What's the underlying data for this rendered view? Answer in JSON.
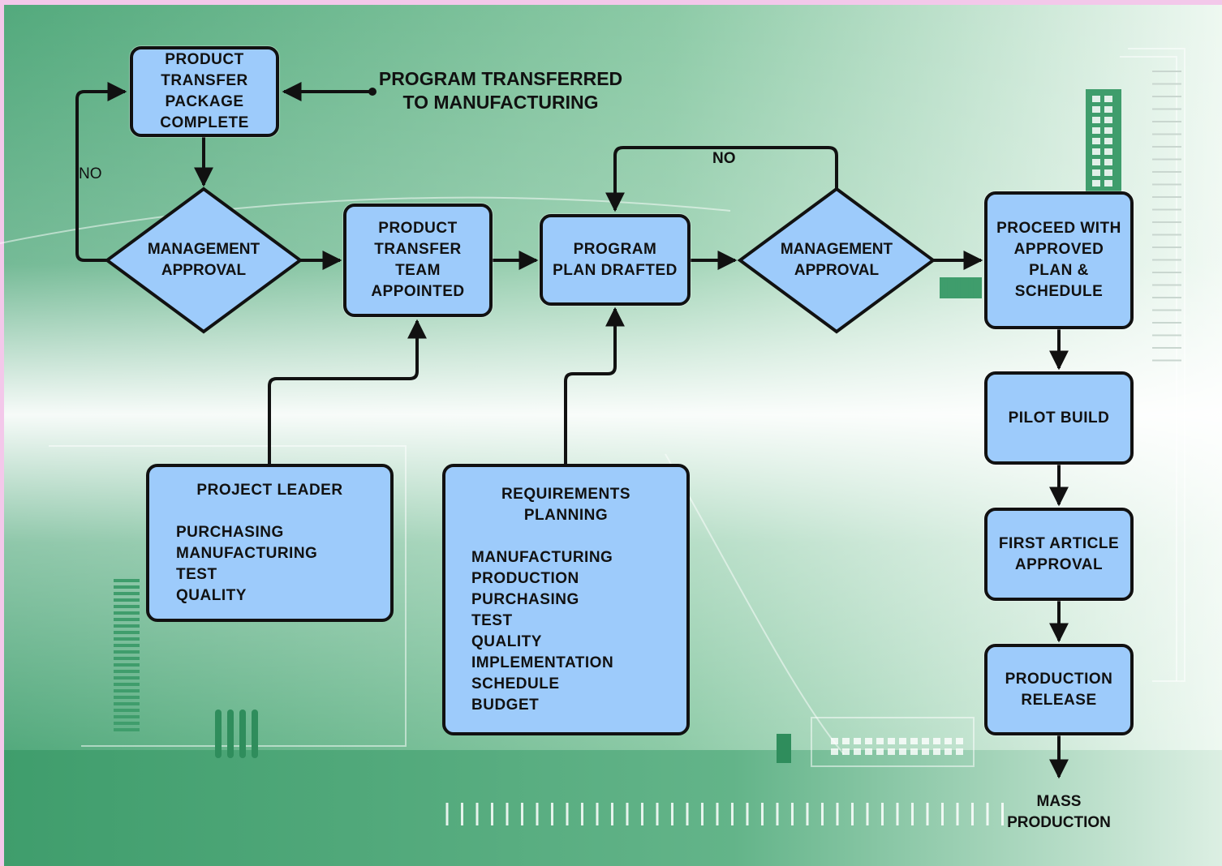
{
  "colors": {
    "box_fill": "#9dcbfb",
    "stroke": "#111111",
    "bg_green": "#4fa878",
    "bg_light": "#f2faf5"
  },
  "nodes": {
    "transfer_package": [
      "PRODUCT",
      "TRANSFER",
      "PACKAGE",
      "COMPLETE"
    ],
    "mgmt_approval_1": [
      "MANAGEMENT",
      "APPROVAL"
    ],
    "transfer_team": [
      "PRODUCT",
      "TRANSFER",
      "TEAM",
      "APPOINTED"
    ],
    "program_plan": [
      "PROGRAM",
      "PLAN DRAFTED"
    ],
    "mgmt_approval_2": [
      "MANAGEMENT",
      "APPROVAL"
    ],
    "proceed": [
      "PROCEED WITH",
      "APPROVED",
      "PLAN &",
      "SCHEDULE"
    ],
    "pilot_build": [
      "PILOT BUILD"
    ],
    "first_article": [
      "FIRST ARTICLE",
      "APPROVAL"
    ],
    "production_release": [
      "PRODUCTION",
      "RELEASE"
    ]
  },
  "project_leader": {
    "title": "PROJECT LEADER",
    "items": [
      "PURCHASING",
      "MANUFACTURING",
      "TEST",
      "QUALITY"
    ]
  },
  "requirements": {
    "title": [
      "REQUIREMENTS",
      "PLANNING"
    ],
    "items": [
      "MANUFACTURING",
      "PRODUCTION",
      "PURCHASING",
      "TEST",
      "QUALITY",
      "IMPLEMENTATION",
      "SCHEDULE",
      "BUDGET"
    ]
  },
  "labels": {
    "program_transferred": [
      "PROGRAM TRANSFERRED",
      "TO MANUFACTURING"
    ],
    "no_left": "NO",
    "no_top": "NO",
    "mass_production": [
      "MASS",
      "PRODUCTION"
    ]
  }
}
